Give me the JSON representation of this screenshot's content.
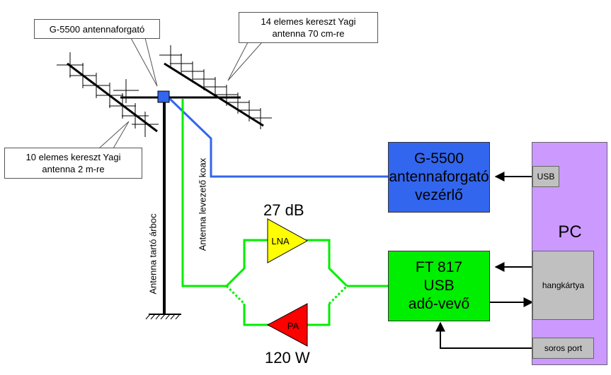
{
  "callouts": {
    "rotator": "G-5500 antennaforgató",
    "yagi70": [
      "14 elemes kereszt Yagi",
      "antenna 70 cm-re"
    ],
    "yagi2": [
      "10 elemes kereszt Yagi",
      "antenna 2 m-re"
    ]
  },
  "mast_label": "Antenna tartó árboc",
  "coax_label": "Antenna levezető koax",
  "rotator_controller": [
    "G-5500",
    "antennaforgató",
    "vezérlő"
  ],
  "transceiver": [
    "FT 817",
    "USB",
    "adó-vevő"
  ],
  "pc": {
    "label": "PC",
    "usb": "USB",
    "soundcard": "hangkártya",
    "serial": "soros port"
  },
  "lna": {
    "label": "LNA",
    "gain": "27 dB"
  },
  "pa": {
    "label": "PA",
    "power": "120 W"
  },
  "colors": {
    "coax": "#00ee00",
    "rotator_cable": "#3366ee",
    "controller_fill": "#3366ee",
    "transceiver_fill": "#00ee00",
    "lna_fill": "#ffff00",
    "pa_fill": "#ff0000",
    "pc_fill": "#cc99ff",
    "port_fill": "#c0c0c0"
  }
}
